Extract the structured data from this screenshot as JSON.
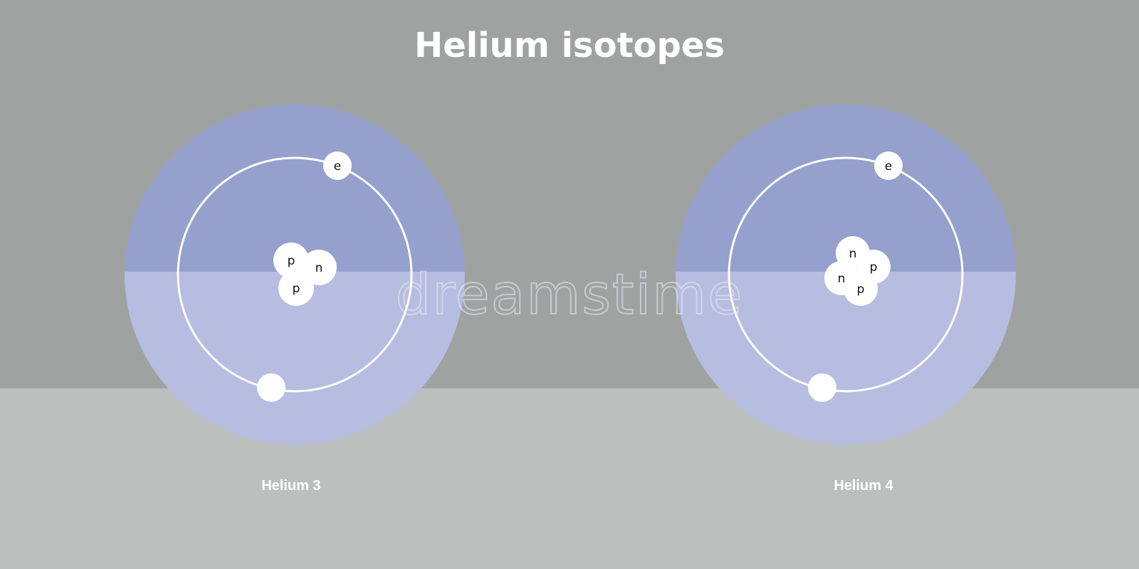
{
  "title": "Helium isotopes",
  "watermark": "dreamstime",
  "colors": {
    "background_top": "#9ea3a2",
    "background_bottom": "#bbc0bf",
    "atom_shell_dark": "#96a0cc",
    "atom_shell_light": "#b7bde0",
    "particle": "#ffffff"
  },
  "atoms": [
    {
      "name": "Helium 3",
      "electron_labels": [
        "e",
        ""
      ],
      "nucleus": [
        "p",
        "n",
        "p"
      ]
    },
    {
      "name": "Helium 4",
      "electron_labels": [
        "e",
        ""
      ],
      "nucleus": [
        "n",
        "n",
        "p",
        "p"
      ]
    }
  ]
}
